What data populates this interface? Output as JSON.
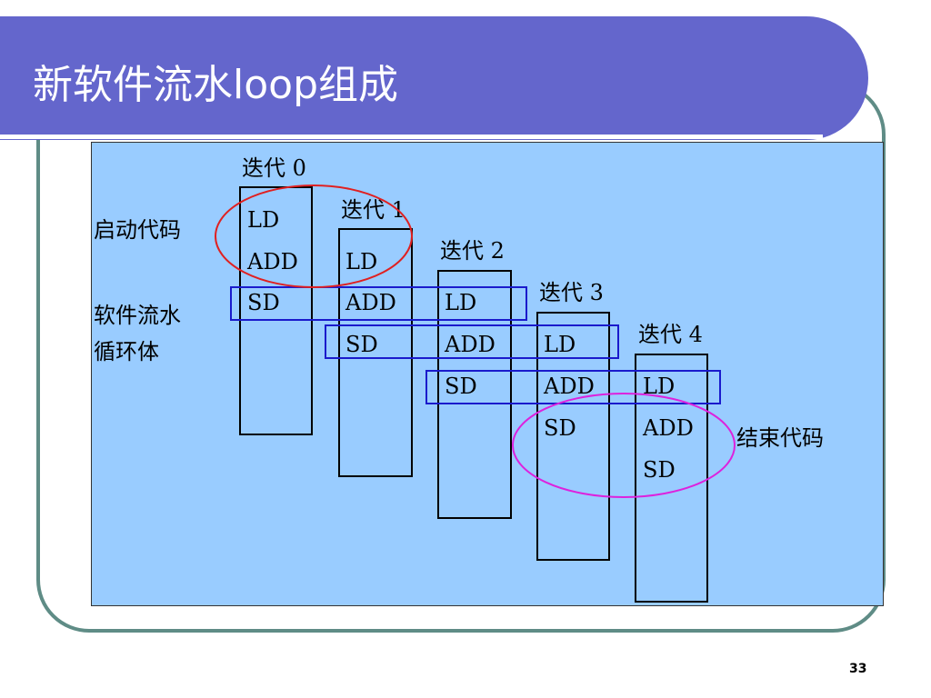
{
  "slide": {
    "title": "新软件流水loop组成",
    "page_number": "33"
  },
  "diagram": {
    "iterations": [
      {
        "label": "迭代 0",
        "instructions": [
          "LD",
          "ADD",
          "SD"
        ]
      },
      {
        "label": "迭代 1",
        "instructions": [
          "LD",
          "ADD",
          "SD"
        ]
      },
      {
        "label": "迭代 2",
        "instructions": [
          "LD",
          "ADD",
          "SD"
        ]
      },
      {
        "label": "迭代 3",
        "instructions": [
          "LD",
          "ADD",
          "SD"
        ]
      },
      {
        "label": "迭代 4",
        "instructions": [
          "LD",
          "ADD",
          "SD"
        ]
      }
    ],
    "labels": {
      "startup_code": "启动代码",
      "loop_body_line1": "软件流水",
      "loop_body_line2": "循环体",
      "end_code": "结束代码"
    },
    "colors": {
      "startup_ellipse": "#e02020",
      "loop_body_box": "#1a1acc",
      "end_ellipse": "#dd22dd"
    }
  }
}
